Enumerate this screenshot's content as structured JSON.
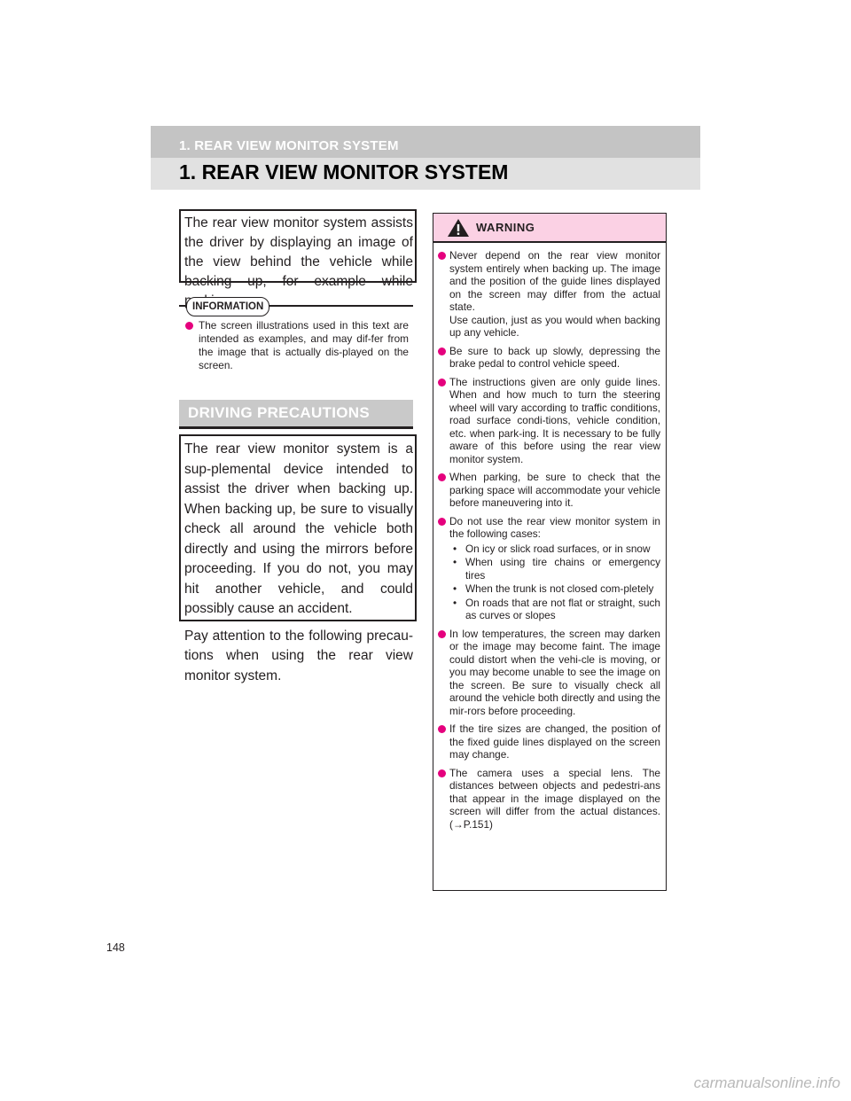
{
  "header": {
    "running_title": "1. REAR VIEW MONITOR SYSTEM",
    "section_title": "1. REAR VIEW MONITOR SYSTEM"
  },
  "intro": "The rear view monitor system assists the driver by displaying an image of the view behind the vehicle while backing up, for example while parking.",
  "information": {
    "label": "INFORMATION",
    "items": [
      "The screen illustrations used in this text are intended as examples, and may dif-fer from the image that is actually dis-played on the screen."
    ]
  },
  "driving": {
    "heading": "DRIVING PRECAUTIONS",
    "paragraphs": [
      "The rear view monitor system is a sup-plemental device intended to assist the driver when backing up. When backing up, be sure to visually check all around the vehicle both directly and using the mirrors before proceeding. If you do not, you may hit another vehicle, and could possibly cause an accident.",
      "Pay attention to the following precau-tions when using the rear view monitor system."
    ]
  },
  "warning": {
    "label": "WARNING",
    "items": [
      "Never depend on the rear view monitor system entirely when backing up. The image and the position of the guide lines displayed on the screen may differ from the actual state.",
      "Be sure to back up slowly, depressing the brake pedal to control vehicle speed.",
      "The instructions given are only guide lines. When and how much to turn the steering wheel will vary according to traffic conditions, road surface condi-tions, vehicle condition, etc. when park-ing. It is necessary to be fully aware of this before using the rear view monitor system.",
      "When parking, be sure to check that the parking space will accommodate your vehicle before maneuvering into it.",
      "Do not use the rear view monitor system in the following cases:",
      "In low temperatures, the screen may darken or the image may become faint. The image could distort when the vehi-cle is moving, or you may become unable to see the image on the screen. Be sure to visually check all around the vehicle both directly and using the mir-rors before proceeding.",
      "If the tire sizes are changed, the position of the fixed guide lines displayed on the screen may change.",
      "The camera uses a special lens. The distances between objects and pedestri-ans that appear in the image displayed on the screen will differ from the actual distances.(→P.151)"
    ],
    "item0_extra": "Use caution, just as you would when backing up any vehicle.",
    "cases": [
      "On icy or slick road surfaces, or in snow",
      "When using tire chains or emergency tires",
      "When the trunk is not closed com-pletely",
      "On roads that are not flat or straight, such as curves or slopes"
    ]
  },
  "page_number": "148",
  "watermark": "carmanualsonline.info",
  "colors": {
    "bullet": "#e5007d",
    "warning_bg": "#fbd1e4",
    "header_bar": "#c4c4c4",
    "title_bar": "#e1e1e1"
  }
}
